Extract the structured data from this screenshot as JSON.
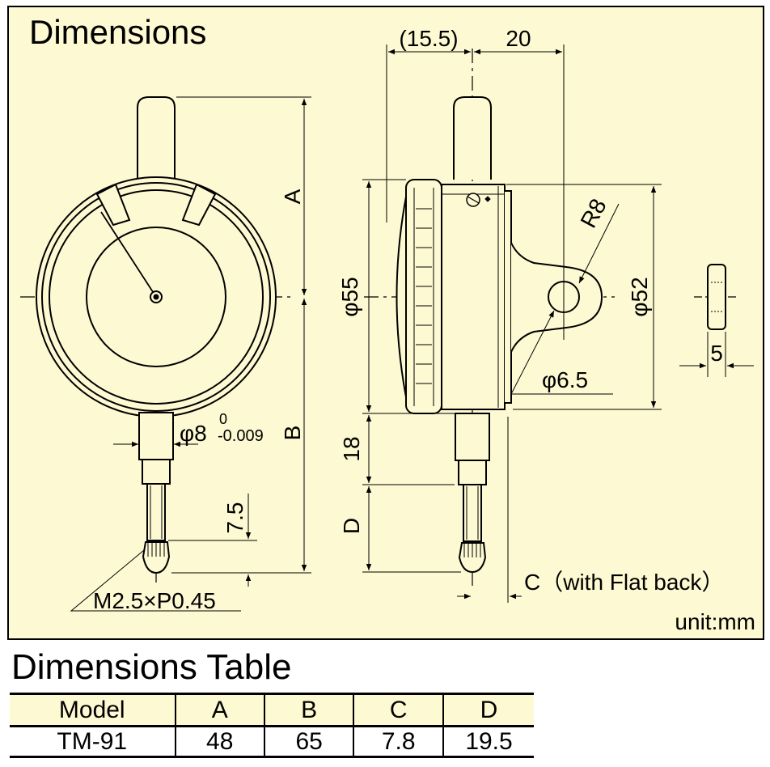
{
  "panel": {
    "title": "Dimensions",
    "unit_label": "unit:mm",
    "background": "#fdf9d2"
  },
  "labels": {
    "a": "A",
    "b": "B",
    "c_flat_back": "C（with Flat back）",
    "d": "D",
    "stem_dia": "φ8",
    "stem_tol_upper": "0",
    "stem_tol_lower": "-0.009",
    "thread": "M2.5×P0.45",
    "contact_len": "7.5",
    "back_offset": "(15.5)",
    "lug_depth": "20",
    "bezel_dia": "φ55",
    "case_dia": "φ52",
    "lug_radius": "R8",
    "lug_hole": "φ6.5",
    "stem_len": "18",
    "thickness": "5"
  },
  "table": {
    "title": "Dimensions Table",
    "headers": [
      "Model",
      "A",
      "B",
      "C",
      "D"
    ],
    "rows": [
      [
        "TM-91",
        "48",
        "65",
        "7.8",
        "19.5"
      ]
    ]
  }
}
